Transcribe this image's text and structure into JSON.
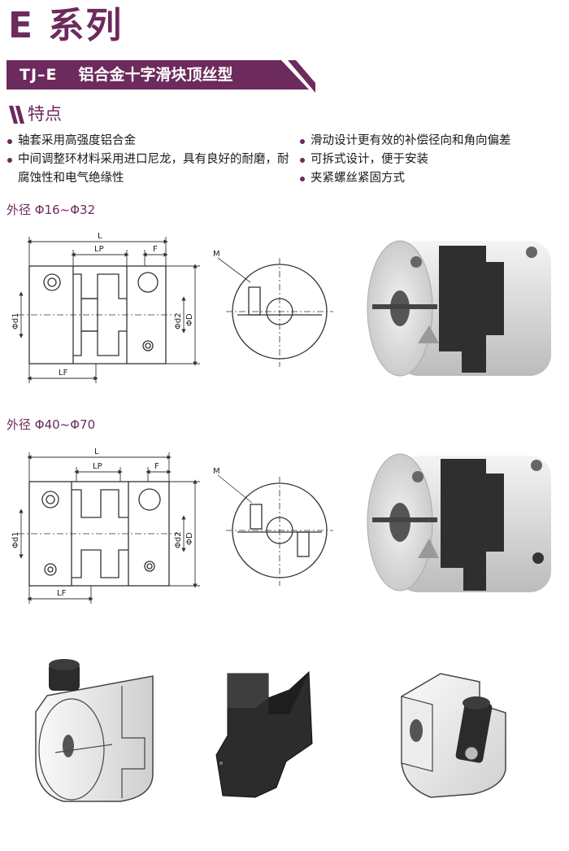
{
  "header": {
    "series_title": "E 系列",
    "banner_code": "TJ–E",
    "banner_name": "铝合金十字滑块顶丝型"
  },
  "features": {
    "title": "特点",
    "left": [
      "轴套采用高强度铝合金",
      "中间调整环材料采用进口尼龙，具有良好的耐磨，耐腐蚀性和电气绝缘性"
    ],
    "right": [
      "滑动设计更有效的补偿径向和角向偏差",
      "可拆式设计，便于安装",
      "夹紧螺丝紧固方式"
    ]
  },
  "sections": [
    {
      "size_label": "外径 Φ16~Φ32"
    },
    {
      "size_label": "外径 Φ40~Φ70"
    }
  ],
  "drawing_labels": {
    "L": "L",
    "LP": "LP",
    "F": "F",
    "LF": "LF",
    "d1": "Φd1",
    "d2": "Φd2",
    "D": "ΦD",
    "M": "M"
  },
  "colors": {
    "brand": "#6d2a5c",
    "banner": "#6d2a5c",
    "aluminum": "#e2e2e2",
    "nylon": "#2e2e2e"
  },
  "icons": {
    "section_marker": "double-slash-bars",
    "bullet": "purple-dot"
  }
}
